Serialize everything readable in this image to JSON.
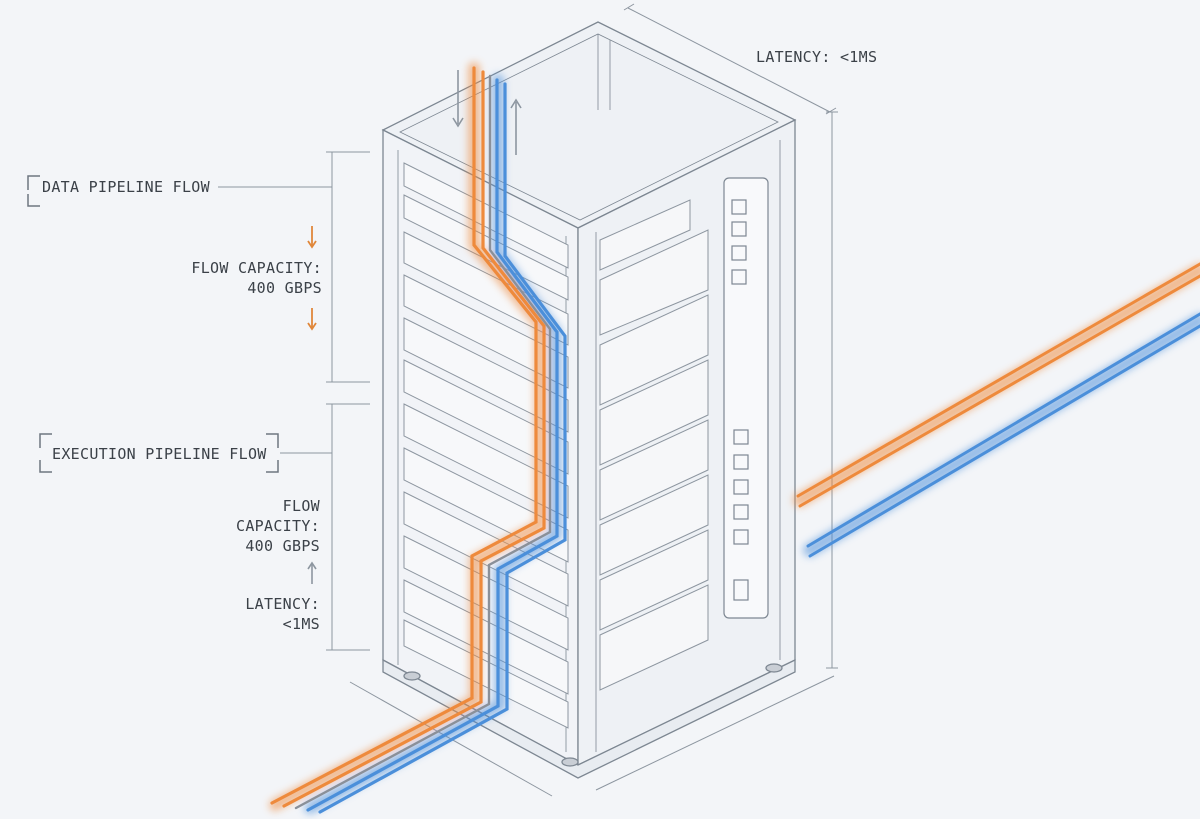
{
  "labels": {
    "latency_top": "LATENCY: <1MS",
    "data_flow": "DATA PIPELINE FLOW",
    "data_capacity_line1": "FLOW CAPACITY:",
    "data_capacity_line2": "400 GBPS",
    "exec_flow": "EXECUTION PIPELINE FLOW",
    "exec_capacity_line1": "FLOW",
    "exec_capacity_line2": "CAPACITY:",
    "exec_capacity_line3": "400 GBPS",
    "exec_latency_line1": "LATENCY:",
    "exec_latency_line2": "<1MS"
  },
  "colors": {
    "background": "#f3f5f8",
    "line": "#8d96a0",
    "outline": "#7d8792",
    "orange": "#ee8a3c",
    "blue": "#4b8fda",
    "gray_cable": "#8a9099",
    "text": "#3b4148"
  },
  "icons": {
    "arrow_down": "arrow-down-icon",
    "arrow_up": "arrow-up-icon",
    "bracket": "corner-bracket-icon"
  }
}
